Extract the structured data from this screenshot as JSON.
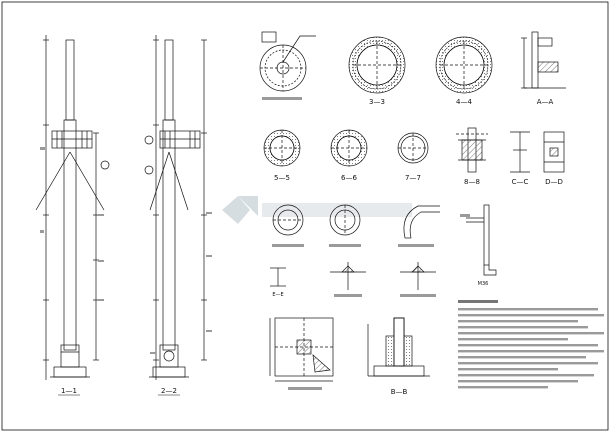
{
  "sheet": {
    "ink": "#111111",
    "hatch": "#555555",
    "placeholder_text": "#9a9a9a",
    "watermark_color": "#c9d2d8"
  },
  "elevations": {
    "left_label": "1—1",
    "right_label": "2—2"
  },
  "sections": {
    "s3": "3—3",
    "s4": "4—4",
    "sA": "A—A",
    "s5": "5—5",
    "s6": "6—6",
    "s7": "7—7",
    "s8": "8—8",
    "sC": "C—C",
    "sD": "D—D",
    "sE": "E—E",
    "sBolt": "M36"
  }
}
